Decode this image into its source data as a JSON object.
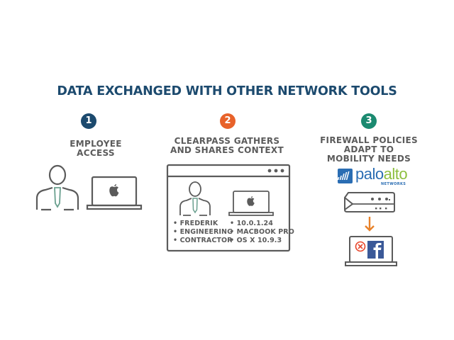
{
  "title": "DATA EXCHANGED WITH OTHER NETWORK TOOLS",
  "colors": {
    "title": "#1c4a6e",
    "step1": "#1c4a6e",
    "step2": "#e8622a",
    "step3": "#1b8a70",
    "icon_stroke": "#5b5b5b",
    "tie": "#6aa08f",
    "arrow": "#e8822a",
    "block": "#e8452a",
    "facebook": "#3b5998",
    "paloalto_blue": "#2a6db3",
    "paloalto_green": "#8dbf3f"
  },
  "steps": [
    {
      "number": "1",
      "label_lines": [
        "EMPLOYEE",
        "ACCESS"
      ]
    },
    {
      "number": "2",
      "label_lines": [
        "CLEARPASS GATHERS",
        "AND SHARES CONTEXT"
      ]
    },
    {
      "number": "3",
      "label_lines": [
        "FIREWALL POLICIES",
        "ADAPT TO",
        "MOBILITY NEEDS"
      ]
    }
  ],
  "context_window": {
    "user_attributes": [
      "FREDERIK",
      "ENGINEERING",
      "CONTRACTOR"
    ],
    "device_attributes": [
      "10.0.1.24",
      "MACBOOK PRO",
      "OS X 10.9.3"
    ]
  },
  "vendor": {
    "name_part1": "palo",
    "name_part2": "alto",
    "subtitle": "NETWORKS"
  },
  "icons": {
    "user": "user-icon",
    "laptop": "laptop-icon",
    "apple": "apple-logo-icon",
    "window": "browser-window-icon",
    "firewall": "firewall-appliance-icon",
    "arrow": "arrow-down-icon",
    "blocked": "blocked-icon",
    "facebook": "facebook-icon"
  }
}
